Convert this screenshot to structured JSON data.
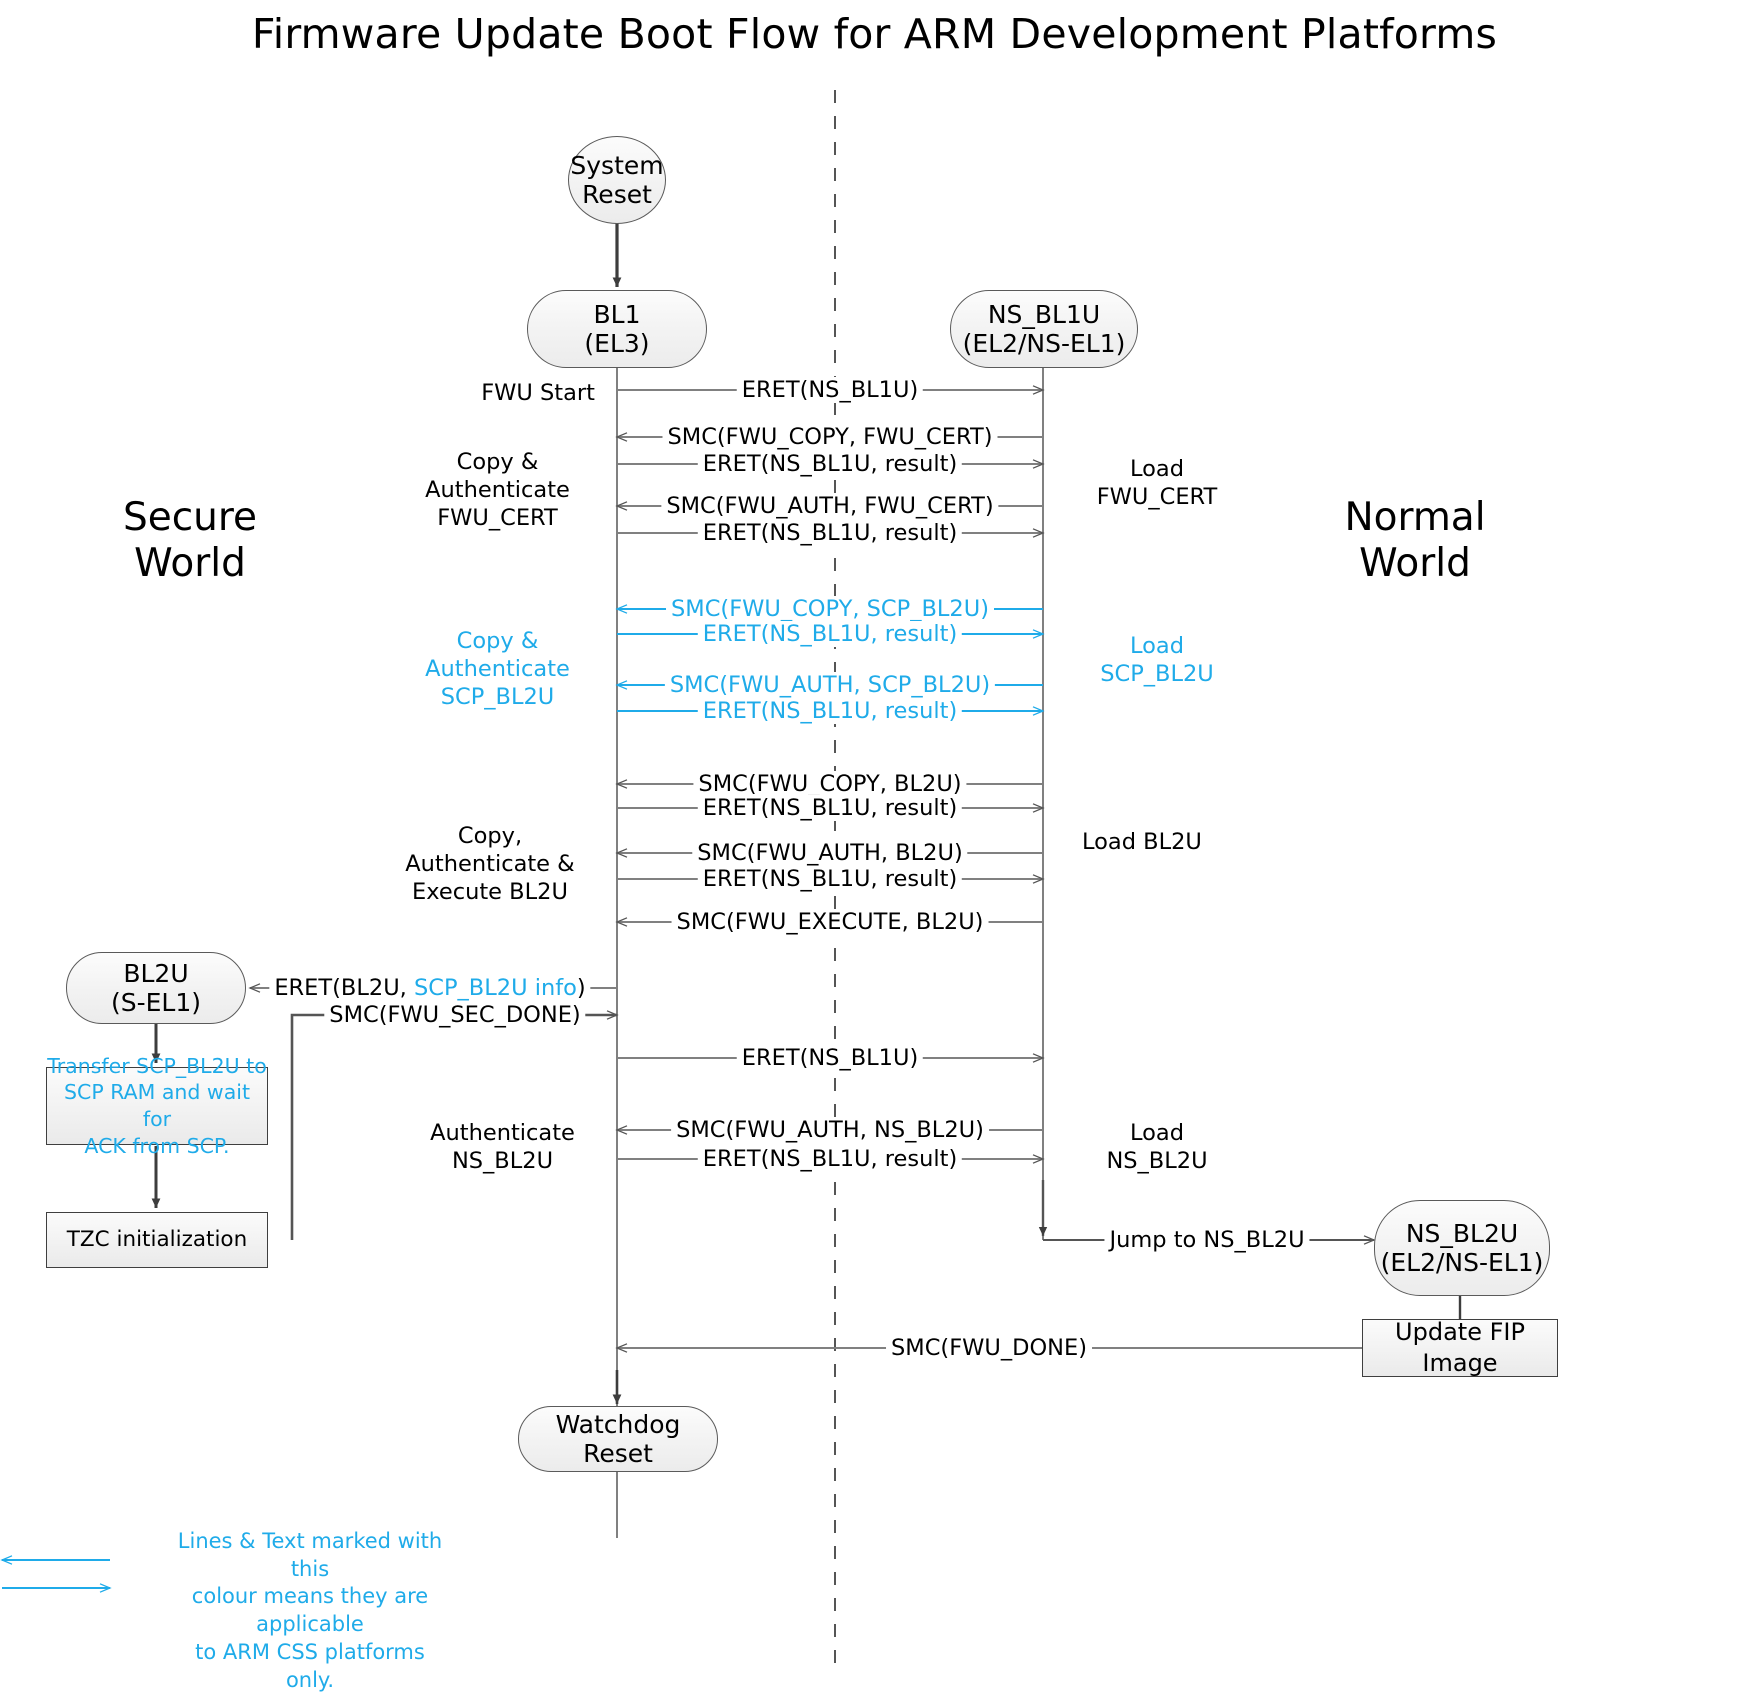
{
  "title": "Firmware Update Boot Flow for ARM Development Platforms",
  "colors": {
    "accent_cyan": "#1FABE9",
    "line_dark": "#4d4d4d",
    "node_border": "#5a5a5a"
  },
  "worlds": {
    "secure": "Secure\nWorld",
    "secure_line1": "Secure",
    "secure_line2": "World",
    "normal_line1": "Normal",
    "normal_line2": "World"
  },
  "nodes": {
    "system_reset_l1": "System",
    "system_reset_l2": "Reset",
    "bl1_l1": "BL1",
    "bl1_l2": "(EL3)",
    "ns_bl1u_l1": "NS_BL1U",
    "ns_bl1u_l2": "(EL2/NS-EL1)",
    "bl2u_l1": "BL2U",
    "bl2u_l2": "(S-EL1)",
    "ns_bl2u_l1": "NS_BL2U",
    "ns_bl2u_l2": "(EL2/NS-EL1)",
    "watchdog_reset": "Watchdog Reset",
    "update_fip": "Update FIP Image",
    "tzc_init": "TZC initialization",
    "transfer_scp_l1": "Transfer SCP_BL2U to",
    "transfer_scp_l2": "SCP RAM and wait for",
    "transfer_scp_l3": "ACK from SCP."
  },
  "annotations": {
    "fwu_start": "FWU Start",
    "copy_auth_fwu_cert_l1": "Copy &",
    "copy_auth_fwu_cert_l2": "Authenticate",
    "copy_auth_fwu_cert_l3": "FWU_CERT",
    "load_fwu_cert_l1": "Load",
    "load_fwu_cert_l2": "FWU_CERT",
    "copy_auth_scp_l1": "Copy &",
    "copy_auth_scp_l2": "Authenticate",
    "copy_auth_scp_l3": "SCP_BL2U",
    "load_scp_l1": "Load",
    "load_scp_l2": "SCP_BL2U",
    "copy_auth_exec_l1": "Copy,",
    "copy_auth_exec_l2": "Authenticate &",
    "copy_auth_exec_l3": "Execute BL2U",
    "load_bl2u": "Load BL2U",
    "auth_ns_bl2u_l1": "Authenticate",
    "auth_ns_bl2u_l2": "NS_BL2U",
    "load_ns_bl2u_l1": "Load",
    "load_ns_bl2u_l2": "NS_BL2U"
  },
  "messages": [
    {
      "id": "m1",
      "label": "ERET(NS_BL1U)",
      "cyan": false
    },
    {
      "id": "m2",
      "label": "SMC(FWU_COPY, FWU_CERT)",
      "cyan": false
    },
    {
      "id": "m3",
      "label": "ERET(NS_BL1U, result)",
      "cyan": false
    },
    {
      "id": "m4",
      "label": "SMC(FWU_AUTH, FWU_CERT)",
      "cyan": false
    },
    {
      "id": "m5",
      "label": "ERET(NS_BL1U, result)",
      "cyan": false
    },
    {
      "id": "m6",
      "label": "SMC(FWU_COPY, SCP_BL2U)",
      "cyan": true
    },
    {
      "id": "m7",
      "label": "ERET(NS_BL1U, result)",
      "cyan": true
    },
    {
      "id": "m8",
      "label": "SMC(FWU_AUTH, SCP_BL2U)",
      "cyan": true
    },
    {
      "id": "m9",
      "label": "ERET(NS_BL1U, result)",
      "cyan": true
    },
    {
      "id": "m10",
      "label": "SMC(FWU_COPY, BL2U)",
      "cyan": false
    },
    {
      "id": "m11",
      "label": "ERET(NS_BL1U, result)",
      "cyan": false
    },
    {
      "id": "m12",
      "label": "SMC(FWU_AUTH, BL2U)",
      "cyan": false
    },
    {
      "id": "m13",
      "label": "ERET(NS_BL1U, result)",
      "cyan": false
    },
    {
      "id": "m14",
      "label": "SMC(FWU_EXECUTE, BL2U)",
      "cyan": false
    },
    {
      "id": "m15",
      "label_pre": "ERET(BL2U, ",
      "label_cyan": "SCP_BL2U info",
      "label_post": ")",
      "cyan": false
    },
    {
      "id": "m16",
      "label": "SMC(FWU_SEC_DONE)",
      "cyan": false
    },
    {
      "id": "m17",
      "label": "ERET(NS_BL1U)",
      "cyan": false
    },
    {
      "id": "m18",
      "label": "SMC(FWU_AUTH, NS_BL2U)",
      "cyan": false
    },
    {
      "id": "m19",
      "label": "ERET(NS_BL1U, result)",
      "cyan": false
    },
    {
      "id": "m20",
      "label": "Jump to NS_BL2U",
      "cyan": false
    },
    {
      "id": "m21",
      "label": "SMC(FWU_DONE)",
      "cyan": false
    }
  ],
  "legend": {
    "line1": "Lines & Text marked with this",
    "line2": "colour means they are applicable",
    "line3": "to ARM CSS platforms only."
  }
}
